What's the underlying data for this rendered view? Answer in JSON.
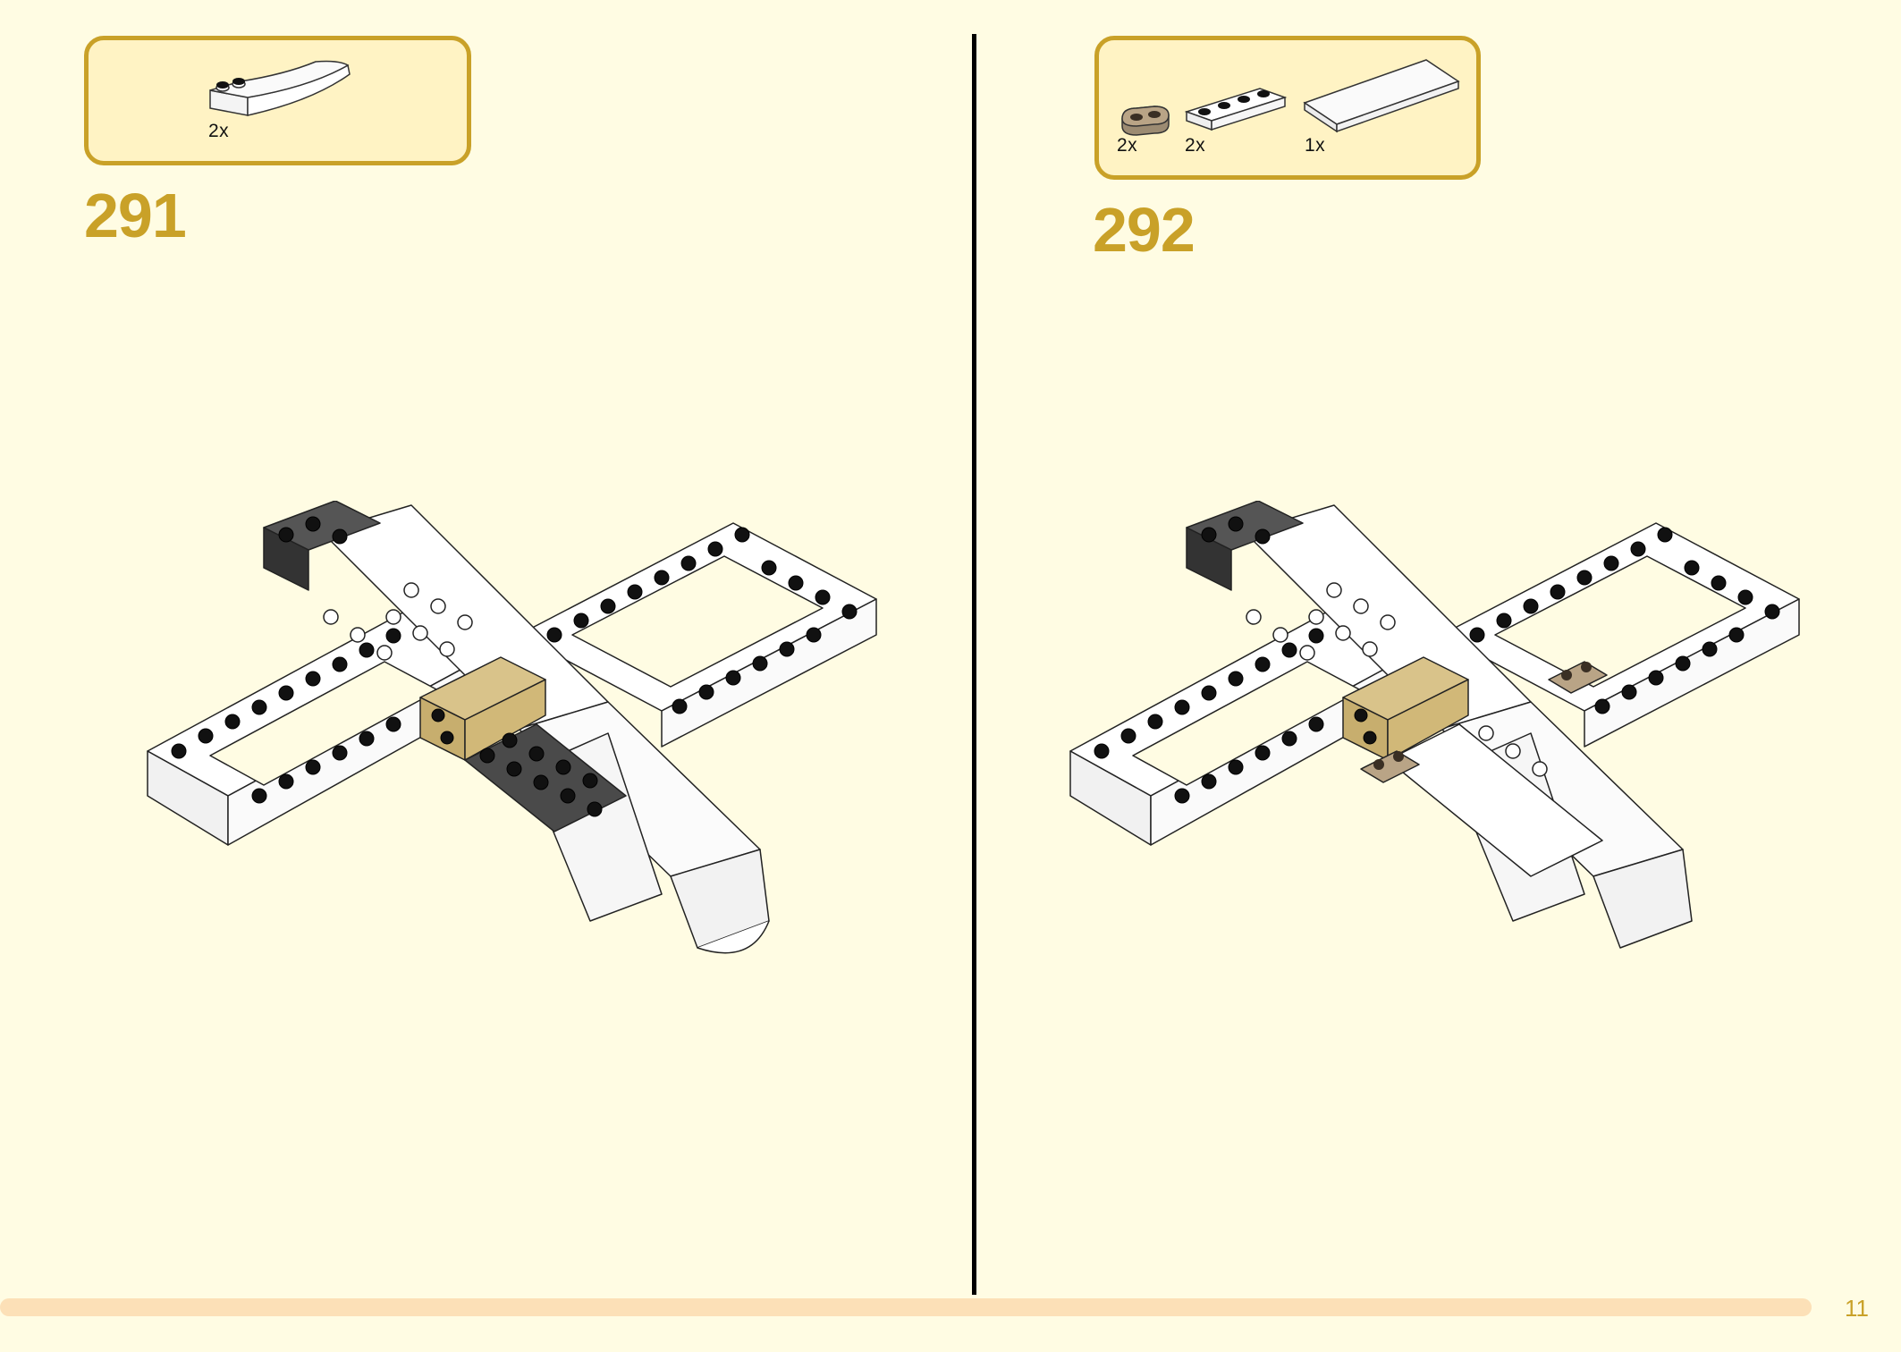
{
  "steps": [
    {
      "number": "291",
      "parts": [
        {
          "icon": "white-curved-slope-1x4-icon",
          "quantity": "2x"
        }
      ]
    },
    {
      "number": "292",
      "parts": [
        {
          "icon": "tan-plate-1x2-rounded-icon",
          "quantity": "2x"
        },
        {
          "icon": "white-plate-1x4-icon",
          "quantity": "2x"
        },
        {
          "icon": "white-tile-2x6-icon",
          "quantity": "1x"
        }
      ]
    }
  ],
  "page_number": "11",
  "colors": {
    "background": "#FFFCE3",
    "accent": "#C9A128",
    "parts_box_fill": "#FFF3C4",
    "progress_track": "#FCE0B7"
  }
}
